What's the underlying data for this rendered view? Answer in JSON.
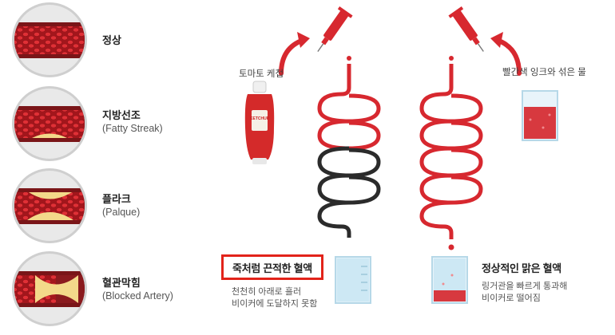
{
  "stages": [
    {
      "korean": "정상",
      "english": ""
    },
    {
      "korean": "지방선조",
      "english": "(Fatty Streak)"
    },
    {
      "korean": "플라크",
      "english": "(Palque)"
    },
    {
      "korean": "혈관막힘",
      "english": "(Blocked Artery)"
    }
  ],
  "experiment": {
    "left": {
      "ingredient": "토마토 케첩",
      "bottle_text": "KETCHUP",
      "result_title": "죽처럼 끈적한 혈액",
      "result_desc": [
        "천천히 아래로 흘러",
        "비이커에 도달하지 못함"
      ]
    },
    "right": {
      "ingredient": "빨간색 잉크와 섞은 물",
      "result_title": "정상적인 맑은 혈액",
      "result_desc": [
        "링거관을 빠르게 통과해",
        "비이커로 떨어짐"
      ]
    }
  },
  "colors": {
    "blood": "#d7282f",
    "dark_tube": "#2b2b2b",
    "fat": "#f3d98a",
    "circle_bg": "#e6e6e6",
    "highlight": "#e2231a"
  }
}
